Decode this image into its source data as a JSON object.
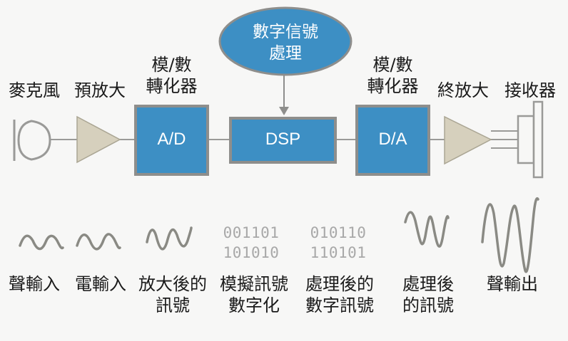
{
  "colors": {
    "block": "#3d8fc4",
    "block_border": "#8e8e8c",
    "line": "#9a9a98",
    "amp": "#d6d0bd",
    "wave": "#8a8a84"
  },
  "top_labels": {
    "mic": "麥克風",
    "preamp": "預放大",
    "ad": [
      "模/數",
      "轉化器"
    ],
    "dsp_proc": [
      "數字信號",
      "處理"
    ],
    "da": [
      "模/數",
      "轉化器"
    ],
    "final_amp": "終放大",
    "receiver": "接收器"
  },
  "blocks": {
    "ad": "A/D",
    "dsp": "DSP",
    "da": "D/A"
  },
  "binary": {
    "left": [
      "001101",
      "101010"
    ],
    "right": [
      "010110",
      "110101"
    ]
  },
  "bottom_labels": {
    "sound_in": "聲輸入",
    "elec_in": "電輸入",
    "amplified": [
      "放大後的",
      "訊號"
    ],
    "digitized": [
      "模擬訊號",
      "數字化"
    ],
    "processed_digital": [
      "處理後的",
      "數字訊號"
    ],
    "processed_signal": [
      "處理後",
      "的訊號"
    ],
    "sound_out": "聲輸出"
  }
}
